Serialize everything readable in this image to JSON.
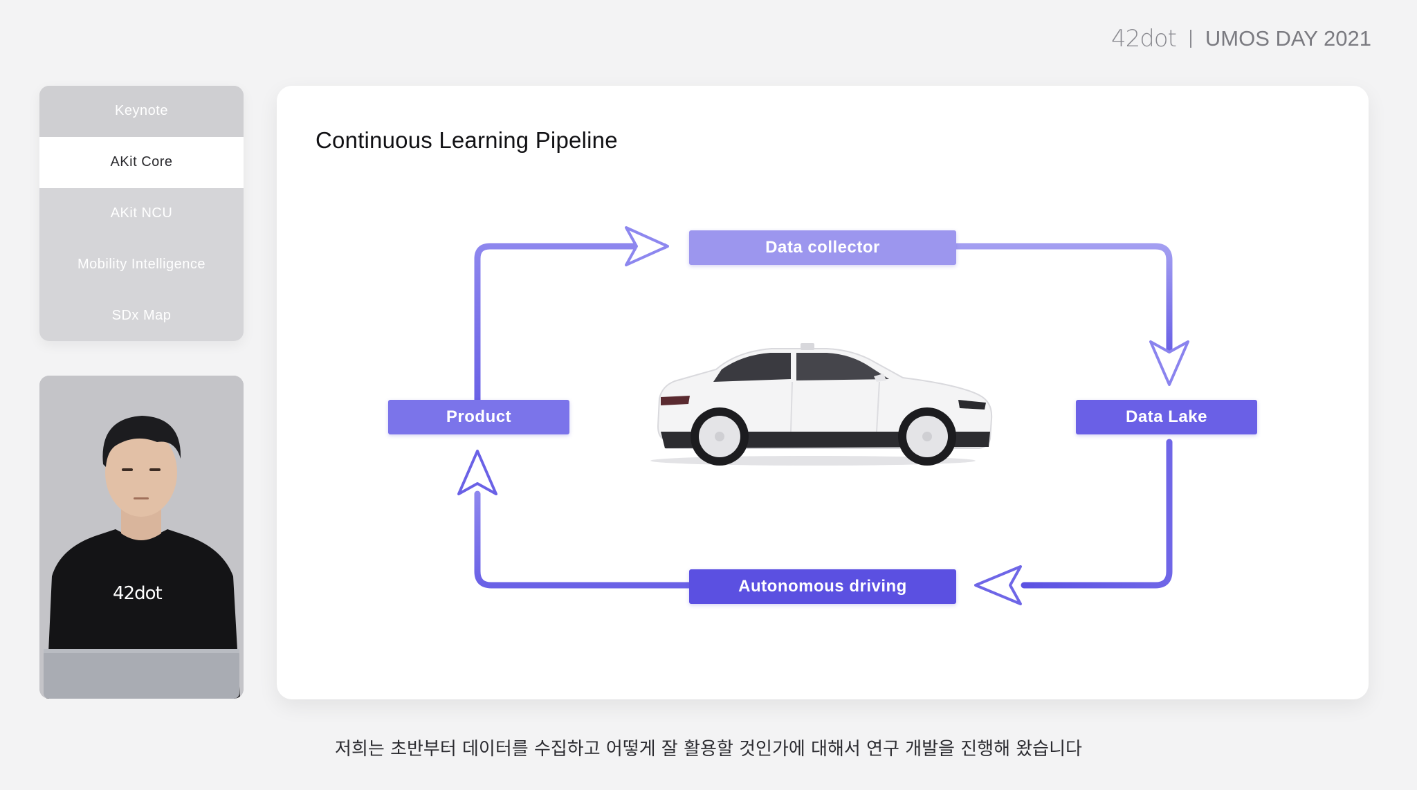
{
  "brand": {
    "logo": "42dot",
    "event": "UMOS DAY 2021"
  },
  "menu": {
    "items": [
      {
        "label": "Keynote",
        "active": false
      },
      {
        "label": "AKit Core",
        "active": true
      },
      {
        "label": "AKit NCU",
        "active": false
      },
      {
        "label": "Mobility Intelligence",
        "active": false
      },
      {
        "label": "SDx Map",
        "active": false
      }
    ]
  },
  "presenter": {
    "shirt_logo": "42dot"
  },
  "slide": {
    "title": "Continuous Learning Pipeline",
    "nodes": {
      "data_collector": "Data collector",
      "data_lake": "Data Lake",
      "autonomous_driving": "Autonomous driving",
      "product": "Product"
    }
  },
  "subtitle": "저희는 초반부터 데이터를 수집하고 어떻게 잘 활용할 것인가에 대해서 연구 개발을 진행해 왔습니다",
  "colors": {
    "accent_light": "#9b97ee",
    "accent_mid": "#7c74ea",
    "accent_dark": "#5a4fe0",
    "background": "#f3f3f4"
  }
}
